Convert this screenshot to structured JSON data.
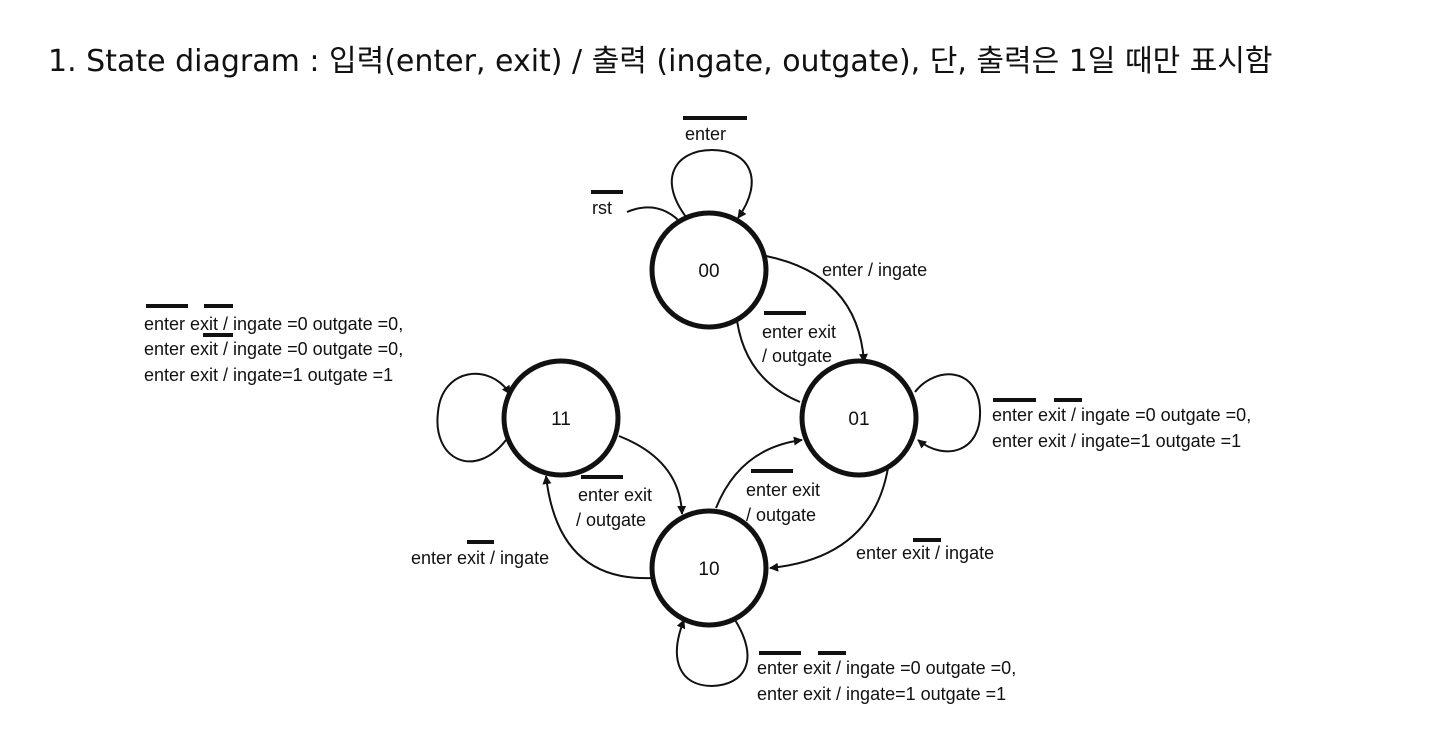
{
  "title": "1. State diagram : 입력(enter, exit) / 출력 (ingate, outgate), 단, 출력은 1일 때만 표시함",
  "states": {
    "s00": "00",
    "s01": "01",
    "s10": "10",
    "s11": "11"
  },
  "labels": {
    "loop00": "enter",
    "reset": "rst",
    "t00_01": "enter / ingate",
    "t01_00_a": "enter exit",
    "t01_00_b": "/ outgate",
    "loop01_a": "enter exit / ingate =0 outgate =0,",
    "loop01_b": "enter exit / ingate=1 outgate =1",
    "t01_10": "enter exit / ingate",
    "t10_01_a": "enter exit",
    "t10_01_b": "/ outgate",
    "t11_10_a": "enter exit",
    "t11_10_b": "/ outgate",
    "t10_11": "enter exit / ingate",
    "loop11_a": "enter exit / ingate =0 outgate =0,",
    "loop11_b": "enter exit / ingate =0 outgate =0,",
    "loop11_c": "enter exit / ingate=1 outgate =1",
    "loop10_a": "enter exit / ingate =0 outgate =0,",
    "loop10_b": "enter exit / ingate=1 outgate =1"
  }
}
